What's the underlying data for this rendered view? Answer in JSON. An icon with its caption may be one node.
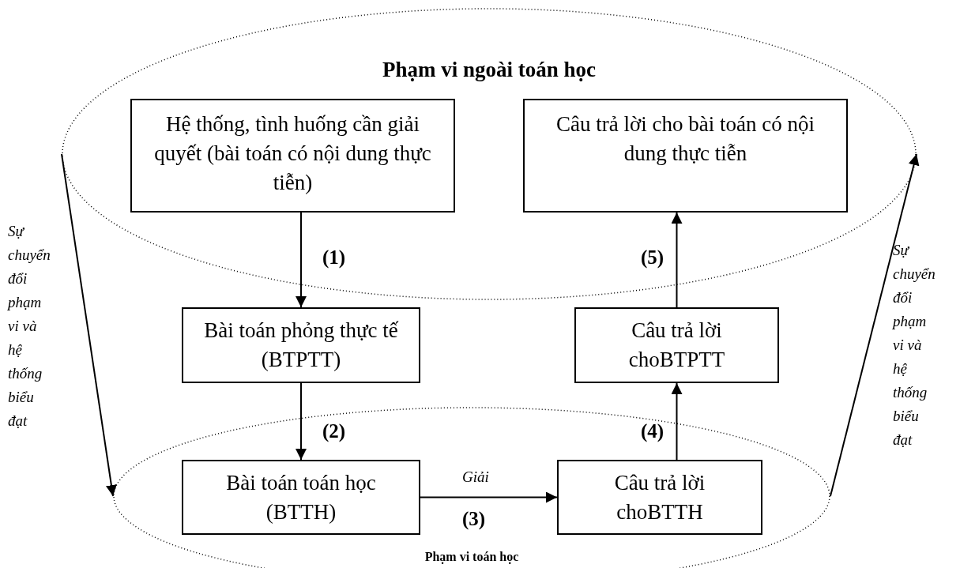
{
  "diagram": {
    "nodes": [
      {
        "text": [
          "Phạm vi ngoài toán học"
        ]
      },
      {
        "text": [
          "Hệ thống, tình huống cần giải quyết (bài toán có nội dung thực tiễn)"
        ],
        "in": 0
      },
      {
        "text": [
          "Câu trả lời cho bài toán có nội dung thực tiễn"
        ],
        "in": 0
      },
      {
        "text": [
          "Bài toán phỏng thực tế (BTPTT)"
        ]
      },
      {
        "text": [
          "Câu trả lời choBTPTT"
        ]
      },
      {
        "text": [
          "Phạm vi toán học"
        ]
      },
      {
        "text": [
          "Bài toán toán học (BTTH)"
        ],
        "in": 5
      },
      {
        "text": [
          "Câu trả lời choBTTH"
        ],
        "in": 5
      }
    ],
    "edges": [
      {
        "from": 1,
        "to": 3,
        "arrow": "to",
        "label": "(1)"
      },
      {
        "from": 3,
        "to": 6,
        "arrow": "to",
        "label": "(2)"
      },
      {
        "from": 6,
        "to": 7,
        "arrow": "to",
        "label": "Giải"
      },
      {
        "from": 7,
        "to": 4,
        "arrow": "to",
        "label": "(4)"
      },
      {
        "from": 4,
        "to": 2,
        "arrow": "to",
        "label": "(5)"
      },
      {
        "from": 0,
        "to": 5,
        "arrow": "to",
        "label": "Sự chuyển đổi phạm vi và hệ thống biểu đạt"
      },
      {
        "from": 5,
        "to": 0,
        "arrow": "to",
        "label": "Sự chuyển đổi phạm vi và hệ thống biểu đạt"
      }
    ],
    "labels": [
      "(3)"
    ]
  }
}
